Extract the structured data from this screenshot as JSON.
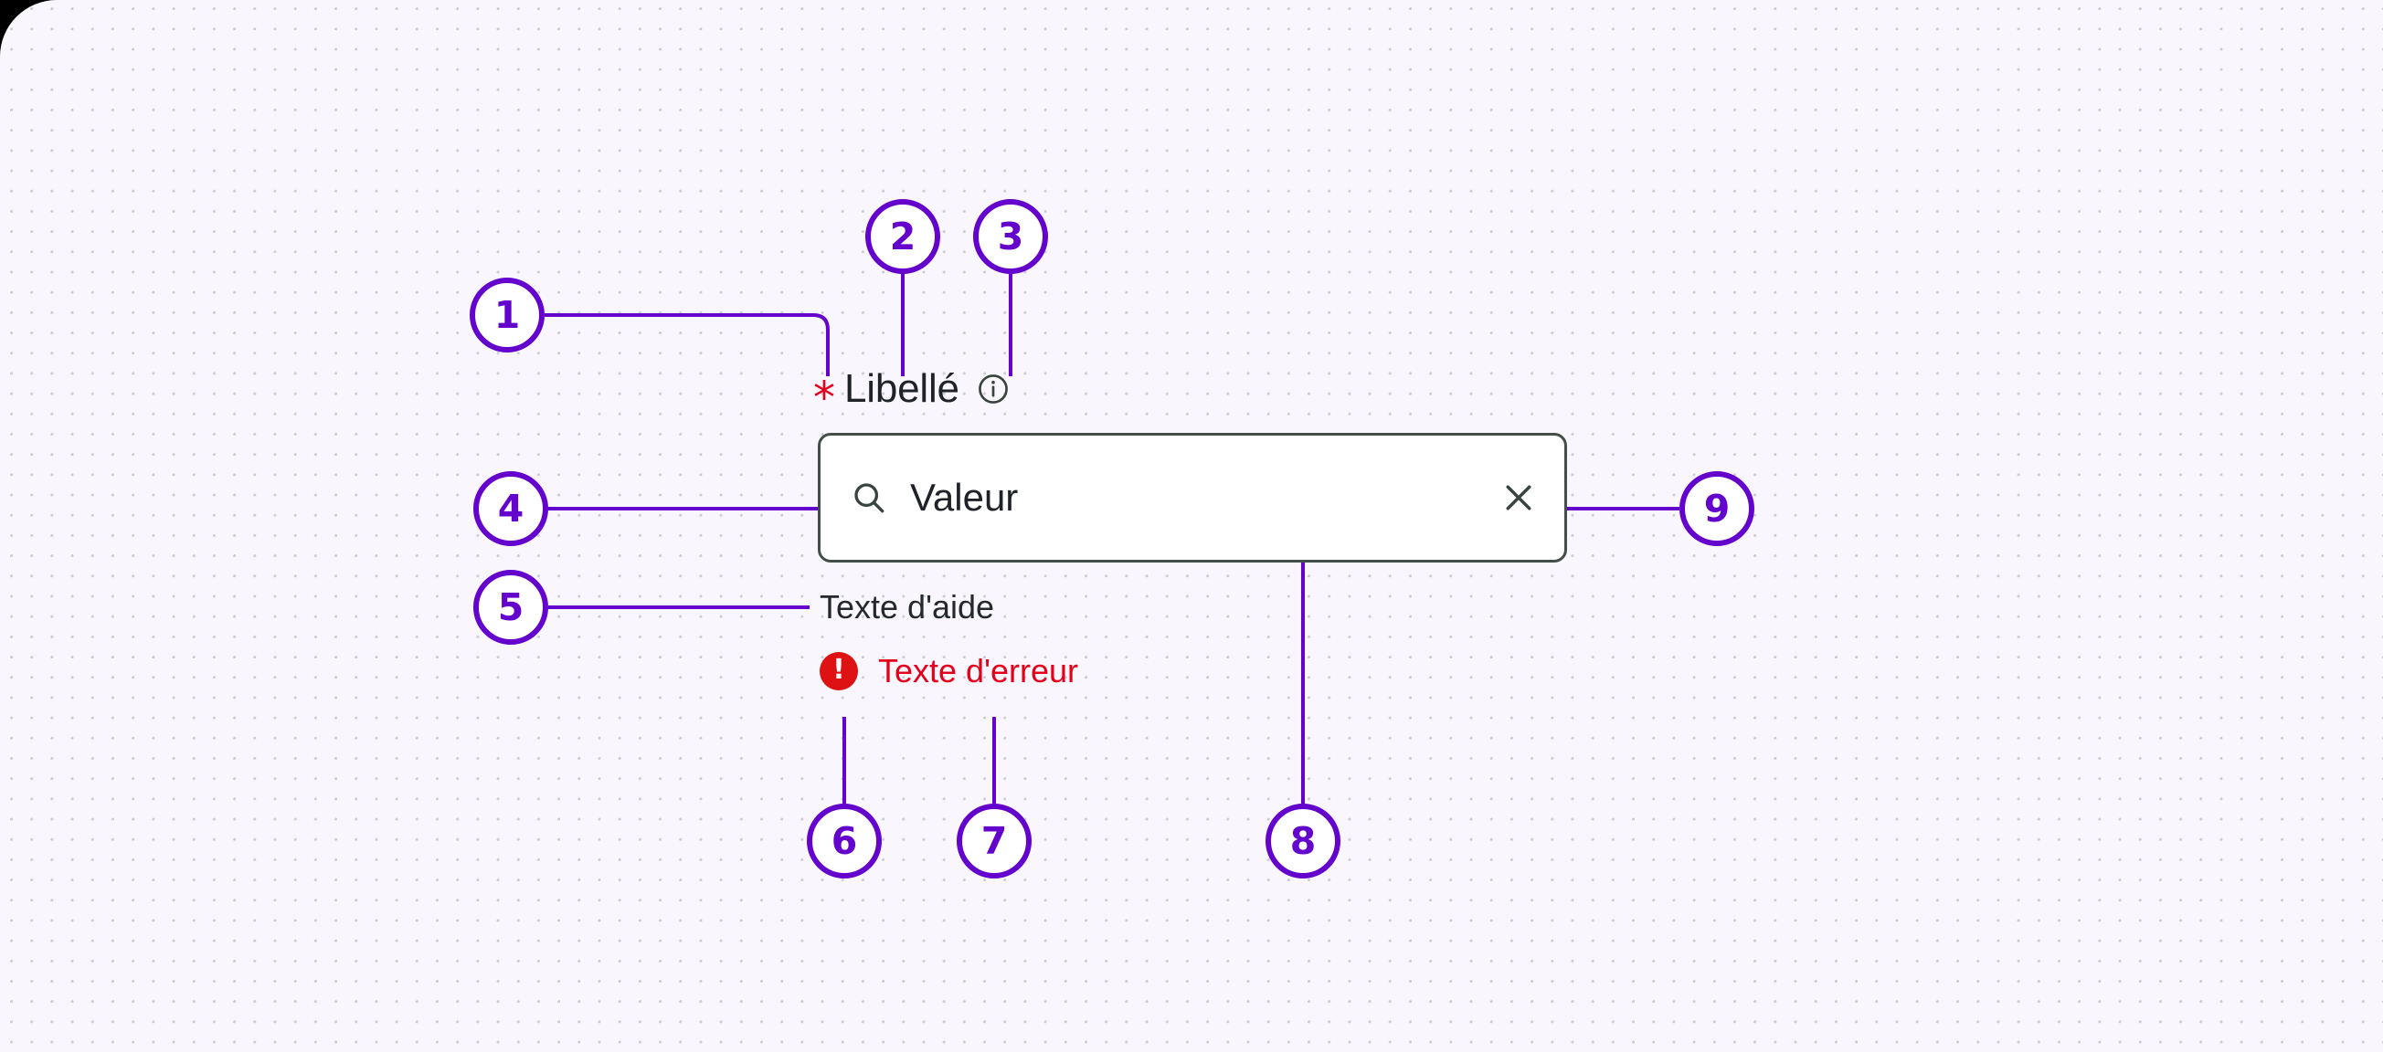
{
  "canvas": {
    "background_color": "#F9F7FD",
    "dot_grid_color": "#C9CDD6",
    "accent_color": "#6303CB",
    "error_color": "#E3001B",
    "border_color": "#444D47"
  },
  "field": {
    "required_marker": "*",
    "label": "Libellé",
    "info_icon": "info-circle-icon",
    "search_icon": "search-icon",
    "value": "Valeur",
    "clear_icon": "close-icon",
    "help_text": "Texte d'aide",
    "error_icon": "error-exclamation-icon",
    "error_icon_glyph": "!",
    "error_text": "Texte d'erreur"
  },
  "callouts": [
    {
      "id": "1",
      "number": "1"
    },
    {
      "id": "2",
      "number": "2"
    },
    {
      "id": "3",
      "number": "3"
    },
    {
      "id": "4",
      "number": "4"
    },
    {
      "id": "5",
      "number": "5"
    },
    {
      "id": "6",
      "number": "6"
    },
    {
      "id": "7",
      "number": "7"
    },
    {
      "id": "8",
      "number": "8"
    },
    {
      "id": "9",
      "number": "9"
    }
  ]
}
